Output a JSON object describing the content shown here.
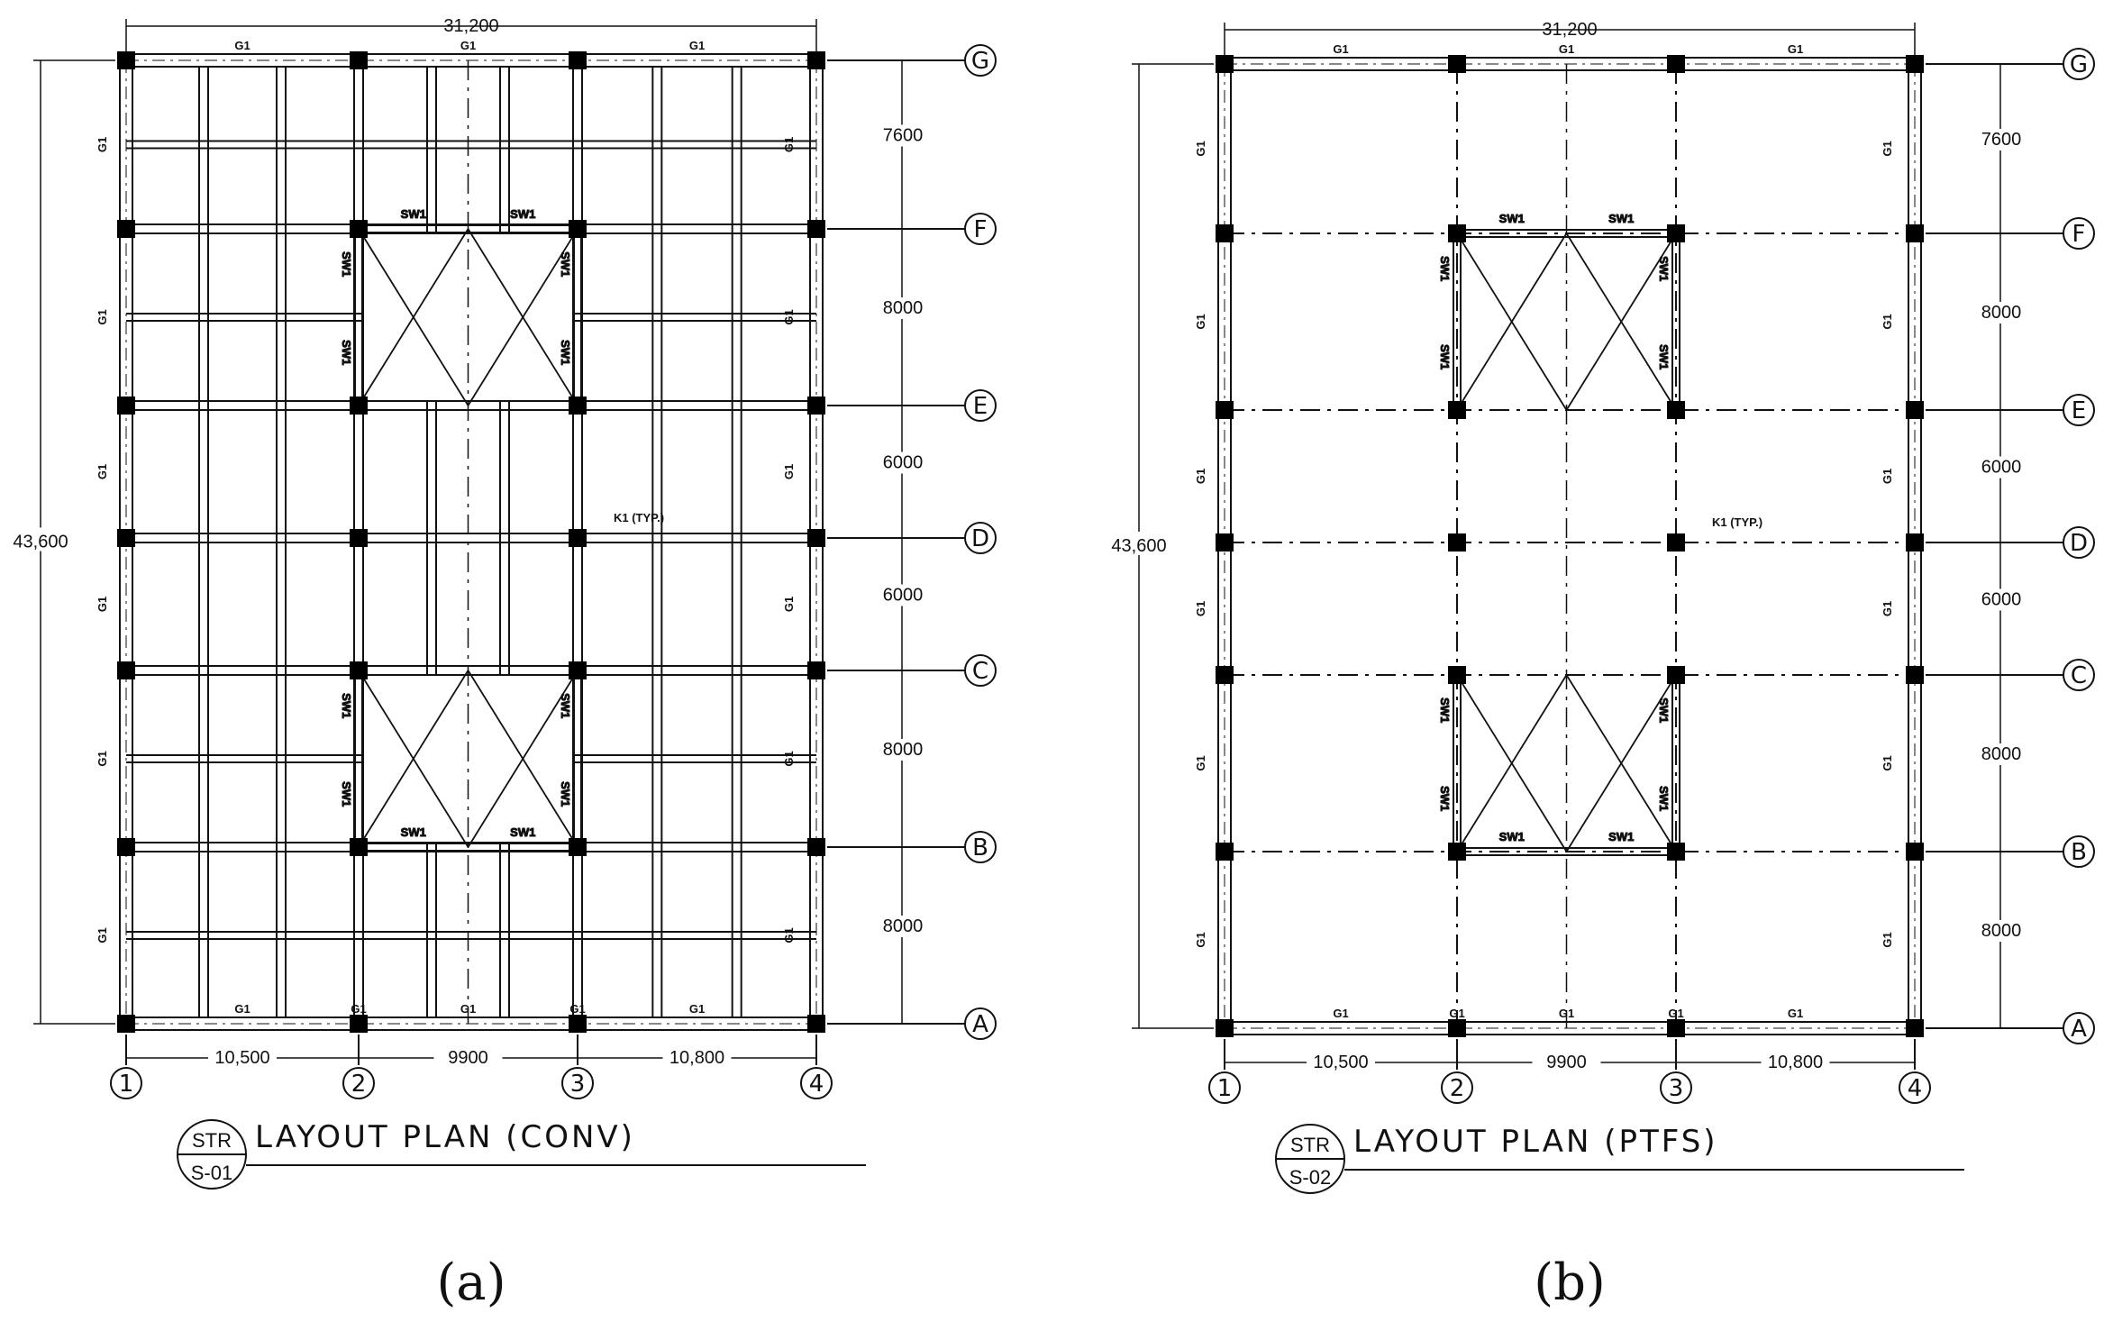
{
  "panels": [
    {
      "id": "a",
      "caption": "(a)",
      "title": "LAYOUT PLAN (CONV)",
      "tag_top": "STR",
      "tag_bottom": "S-01",
      "overall_width": "31,200",
      "overall_height": "43,600",
      "col_dims": [
        "10,500",
        "9900",
        "10,800"
      ],
      "row_dims": [
        "7600",
        "8000",
        "6000",
        "6000",
        "8000",
        "8000"
      ],
      "grid_cols": [
        "1",
        "2",
        "3",
        "4"
      ],
      "grid_rows": [
        "G",
        "F",
        "E",
        "D",
        "C",
        "B",
        "A"
      ],
      "girder_label": "G1",
      "wall_label": "SW1",
      "column_note": "K1 (TYP.)",
      "system": "conventional"
    },
    {
      "id": "b",
      "caption": "(b)",
      "title": "LAYOUT PLAN (PTFS)",
      "tag_top": "STR",
      "tag_bottom": "S-02",
      "overall_width": "31,200",
      "overall_height": "43,600",
      "col_dims": [
        "10,500",
        "9900",
        "10,800"
      ],
      "row_dims": [
        "7600",
        "8000",
        "6000",
        "6000",
        "8000",
        "8000"
      ],
      "grid_cols": [
        "1",
        "2",
        "3",
        "4"
      ],
      "grid_rows": [
        "G",
        "F",
        "E",
        "D",
        "C",
        "B",
        "A"
      ],
      "girder_label": "G1",
      "wall_label": "SW1",
      "column_note": "K1 (TYP.)",
      "system": "ptfs"
    }
  ]
}
